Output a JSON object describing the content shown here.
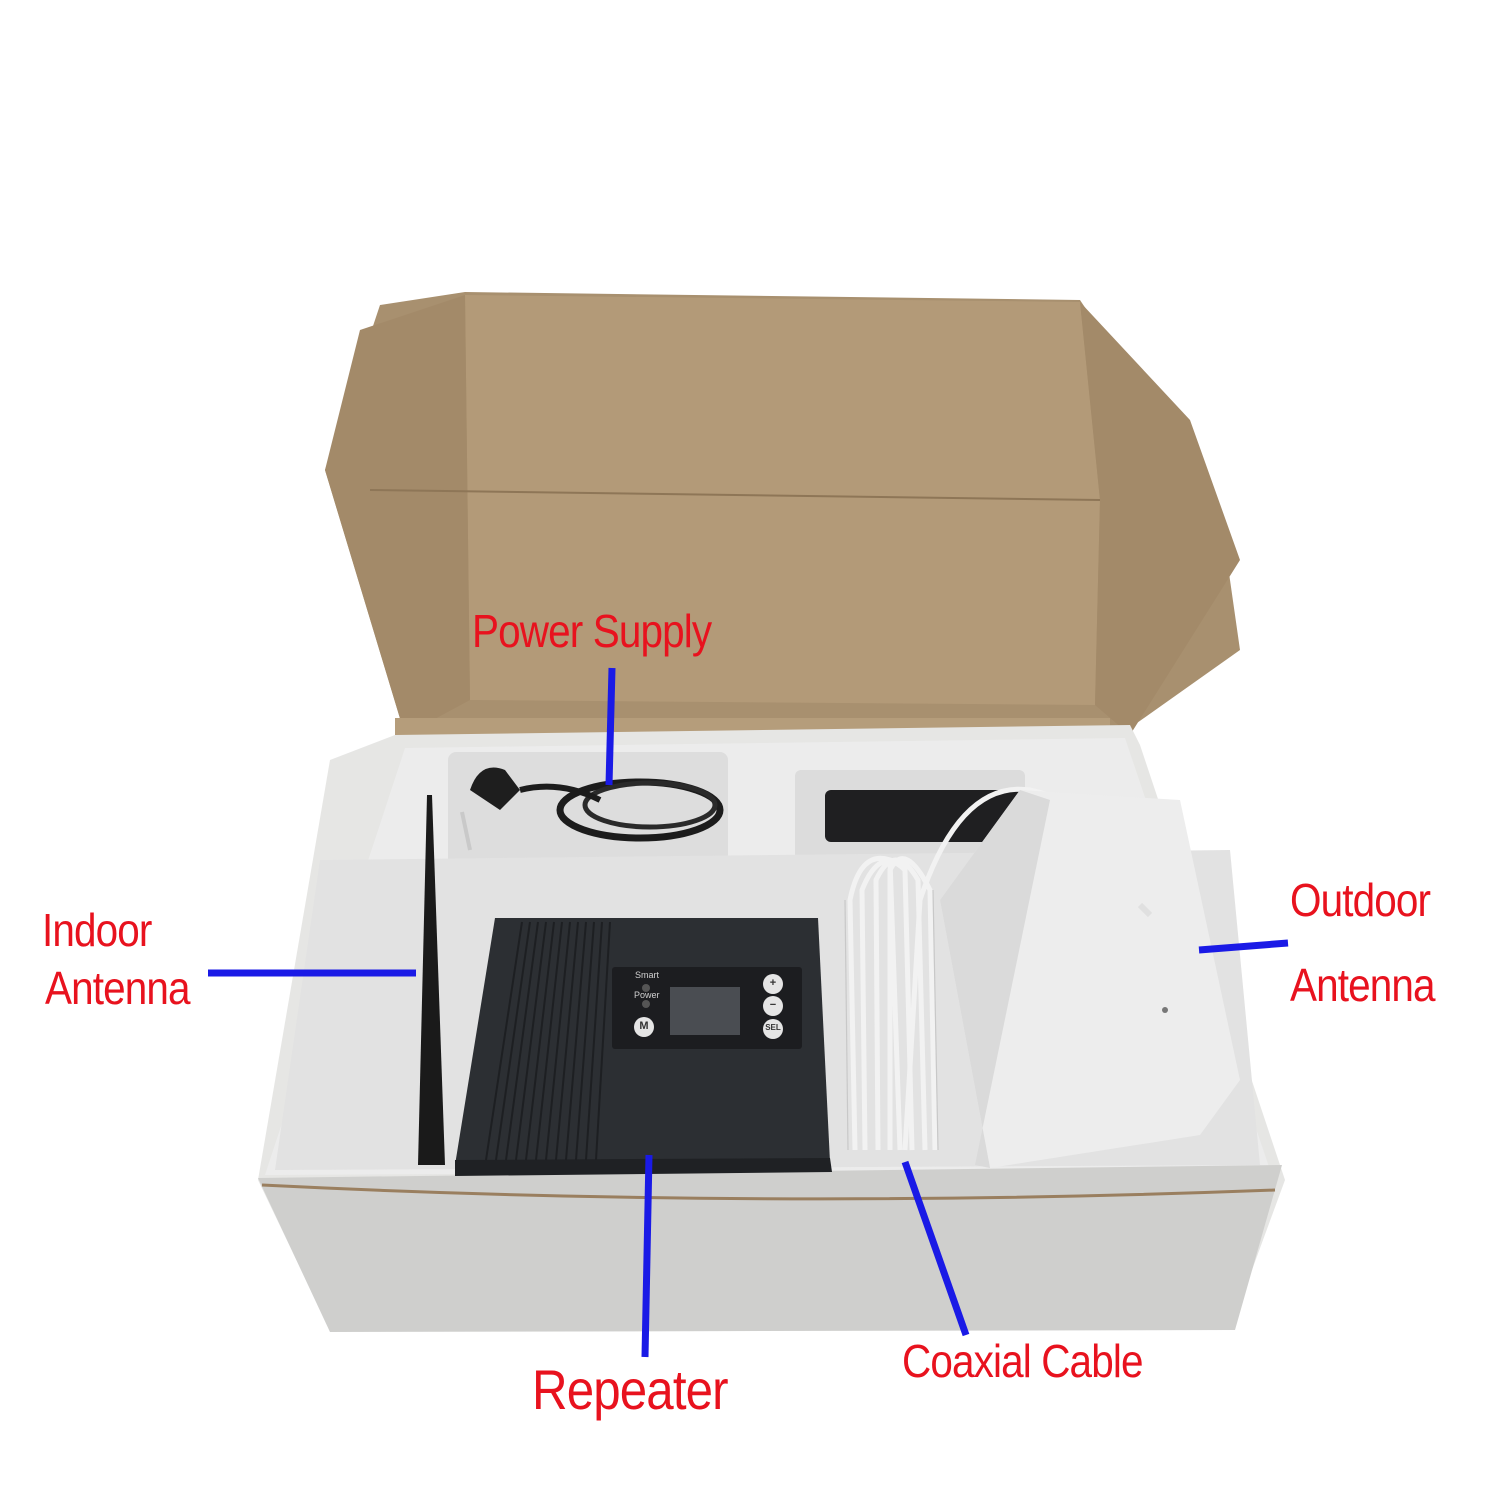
{
  "image": {
    "subject": "Mobile signal repeater kit in open cardboard box",
    "background": "#ffffff"
  },
  "annotations": {
    "label_color": "#e8121e",
    "line_color": "#1a1ae6",
    "items": [
      {
        "id": "power-supply",
        "lines": [
          "Power Supply"
        ]
      },
      {
        "id": "indoor-antenna",
        "lines": [
          "Indoor",
          "Antenna"
        ]
      },
      {
        "id": "outdoor-antenna",
        "lines": [
          "Outdoor",
          "Antenna"
        ]
      },
      {
        "id": "repeater",
        "lines": [
          "Repeater"
        ]
      },
      {
        "id": "coaxial-cable",
        "lines": [
          "Coaxial Cable"
        ]
      }
    ]
  },
  "repeater_panel": {
    "indicators": [
      "Smart",
      "Power"
    ],
    "buttons": [
      "+",
      "−",
      "SEL",
      "M"
    ]
  },
  "colors": {
    "cardboard": "#b39a78",
    "cardboard_dark": "#a38a69",
    "foam": "#ececec",
    "box_outer": "#d4d4d2",
    "repeater_body": "#2c2f33",
    "panel": "#1c1d20",
    "screen": "#4a4d52",
    "antenna_white": "#f1f1f1"
  }
}
